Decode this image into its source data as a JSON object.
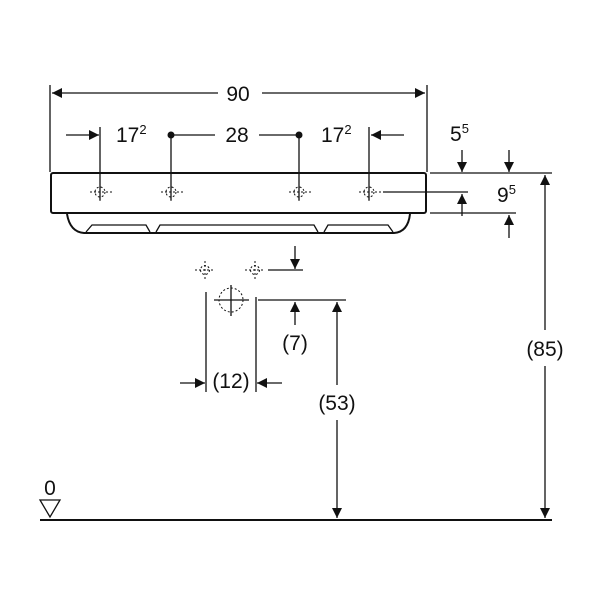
{
  "dimensions": {
    "overall_width": "90",
    "outer_tap_offset_left": "17",
    "outer_tap_offset_left_sup": "2",
    "tap_spacing": "28",
    "outer_tap_offset_right": "17",
    "outer_tap_offset_right_sup": "2",
    "tap_hole_depth": "5",
    "tap_hole_depth_sup": "5",
    "basin_thickness": "9",
    "basin_thickness_sup": "5",
    "overall_height": "(85)",
    "waste_height": "(53)",
    "waste_offset": "(7)",
    "waste_width": "(12)",
    "floor_level": "0"
  }
}
